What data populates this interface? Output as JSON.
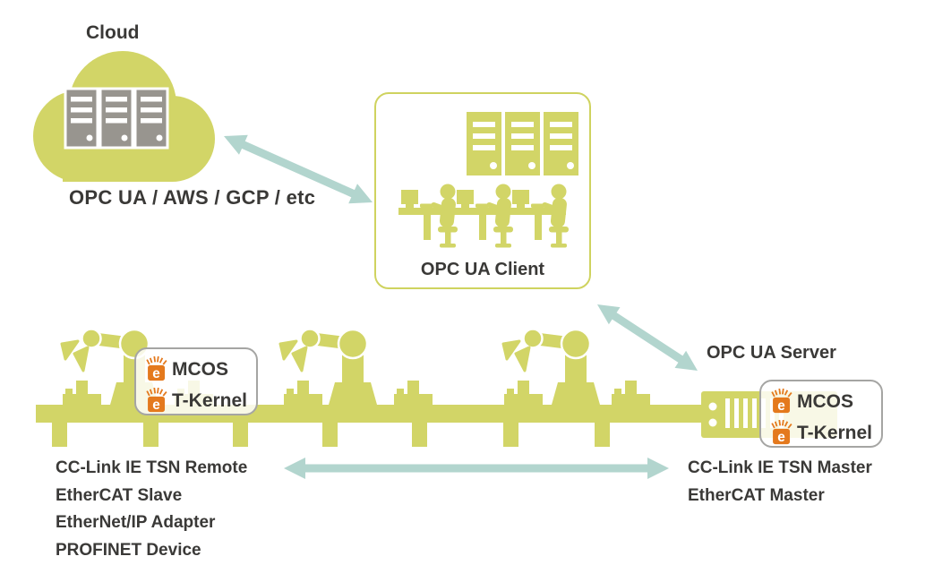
{
  "colors": {
    "green": "#d2d567",
    "server_gray": "#98958f",
    "arrow_teal": "#b2d5ce",
    "text": "#3a3937",
    "logo_orange": "#e4791d",
    "badge_border": "#a5a5a3"
  },
  "cloud": {
    "label": "Cloud",
    "caption": "OPC UA / AWS / GCP / etc"
  },
  "client_box": {
    "label": "OPC UA Client"
  },
  "server_label": "OPC UA Server",
  "badge": {
    "rows": [
      {
        "logo_letter": "e",
        "label": "MCOS"
      },
      {
        "logo_letter": "e",
        "label": "T-Kernel"
      }
    ]
  },
  "left_protocols": [
    "CC-Link IE TSN Remote",
    "EtherCAT Slave",
    "EtherNet/IP Adapter",
    "PROFINET Device"
  ],
  "right_protocols": [
    "CC-Link IE TSN Master",
    "EtherCAT Master"
  ]
}
